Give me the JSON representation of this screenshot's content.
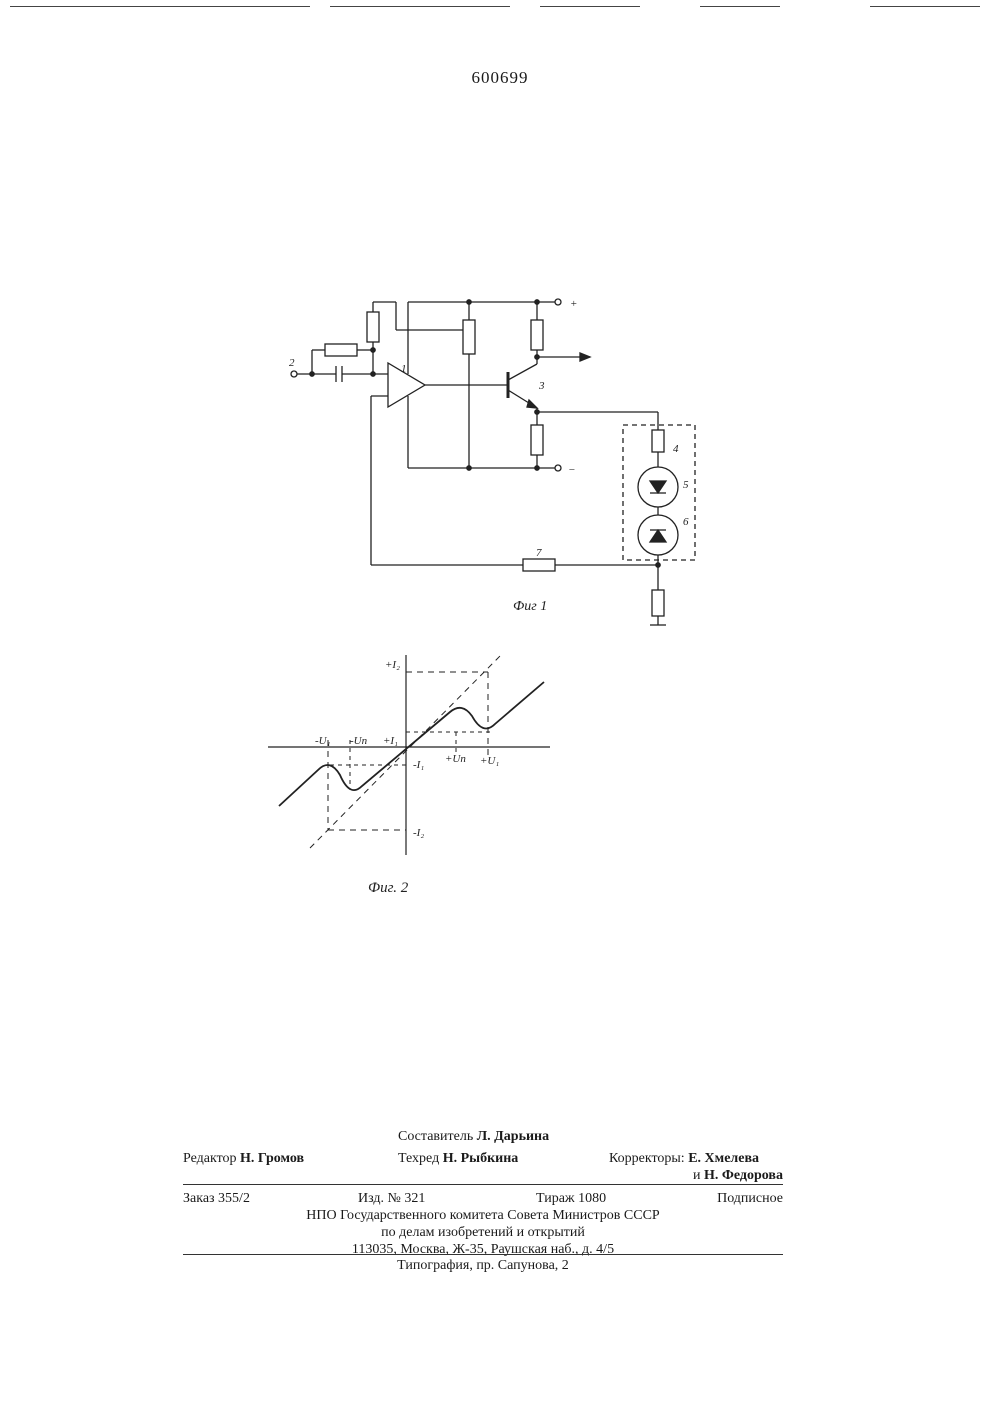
{
  "header": {
    "patent_number": "600699"
  },
  "figure1": {
    "caption": "Фиг 1",
    "labels": {
      "input": "2",
      "opamp": "1",
      "transistor": "3",
      "plus": "+",
      "minus": "−",
      "r4": "4",
      "led5": "5",
      "diode6": "6",
      "r7": "7"
    }
  },
  "figure2": {
    "caption": "Фиг. 2",
    "labels": {
      "plus_i2": "+I₂",
      "minus_i2": "-I₂",
      "plus_i1": "+I₁",
      "minus_i1": "-I₁",
      "minus_u1": "-U₁",
      "minus_un": "-Uп",
      "plus_un": "+Uп",
      "plus_u1": "+U₁"
    }
  },
  "credits": {
    "compiler_label": "Составитель",
    "compiler_name": "Л. Дарьина",
    "editor_label": "Редактор",
    "editor_name": "Н. Громов",
    "techred_label": "Техред",
    "techred_name": "Н. Рыбкина",
    "correctors_label": "Корректоры:",
    "corrector1": "Е. Хмелева",
    "corrector2_prefix": "и",
    "corrector2": "Н. Федорова",
    "order": "Заказ 355/2",
    "edition": "Изд. № 321",
    "print_run": "Тираж 1080",
    "subscription": "Подписное",
    "org_line1": "НПО Государственного комитета Совета Министров СССР",
    "org_line2": "по делам изобретений и открытий",
    "org_line3": "113035, Москва, Ж-35, Раушская наб., д. 4/5",
    "printing": "Типография, пр. Сапунова, 2"
  }
}
